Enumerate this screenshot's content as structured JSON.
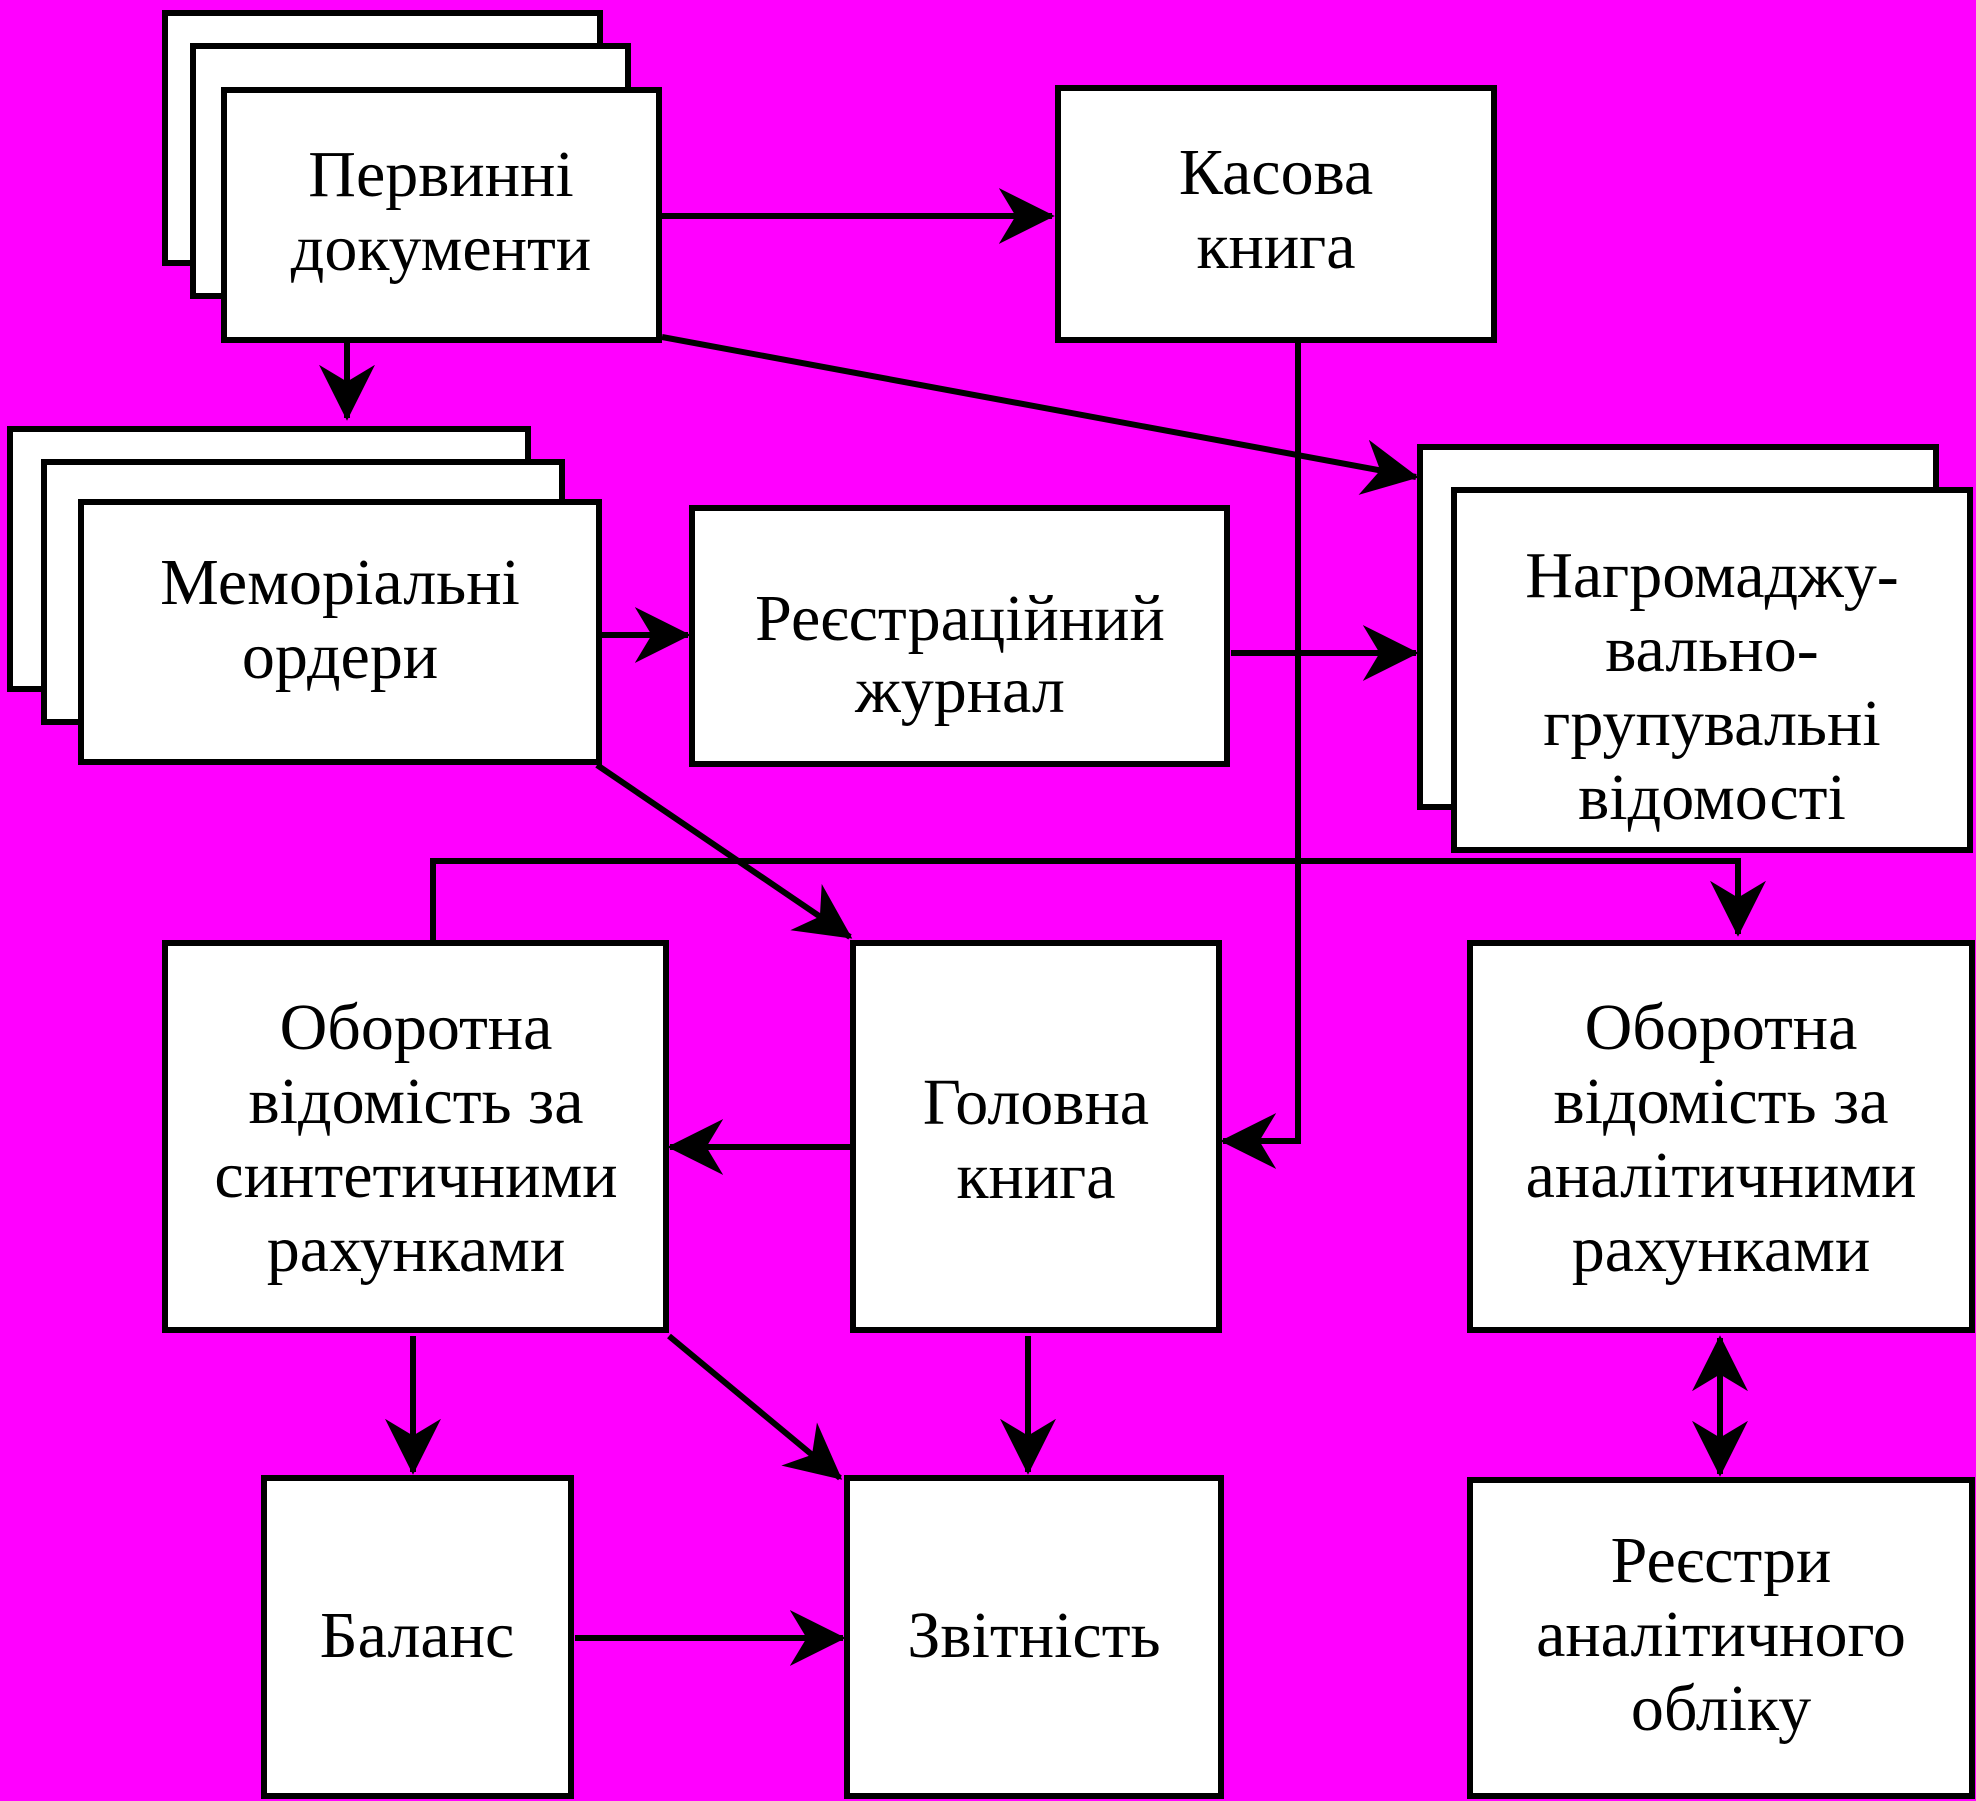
{
  "diagram": {
    "background_color": "#ff00ff",
    "box_fill": "#ffffff",
    "line_color": "#000000",
    "nodes": {
      "primary_documents": {
        "lines": [
          "Первинні",
          "документи"
        ]
      },
      "cash_book": {
        "lines": [
          "Касова",
          "книга"
        ]
      },
      "memorial_orders": {
        "lines": [
          "Меморіальні",
          "ордери"
        ]
      },
      "registration_journal": {
        "lines": [
          "Реєстраційний",
          "журнал"
        ]
      },
      "accumulation_grouping_statements": {
        "lines": [
          "Нагромаджу-",
          "вально-",
          "групувальні",
          "відомості"
        ]
      },
      "synthetic_turnover_statement": {
        "lines": [
          "Оборотна",
          "відомість за",
          "синтетичними",
          "рахунками"
        ]
      },
      "general_ledger": {
        "lines": [
          "Головна",
          "книга"
        ]
      },
      "analytic_turnover_statement": {
        "lines": [
          "Оборотна",
          "відомість за",
          "аналітичними",
          "рахунками"
        ]
      },
      "balance": {
        "lines": [
          "Баланс"
        ]
      },
      "reporting": {
        "lines": [
          "Звітність"
        ]
      },
      "analytic_registers": {
        "lines": [
          "Реєстри",
          "аналітичного",
          "обліку"
        ]
      }
    }
  }
}
